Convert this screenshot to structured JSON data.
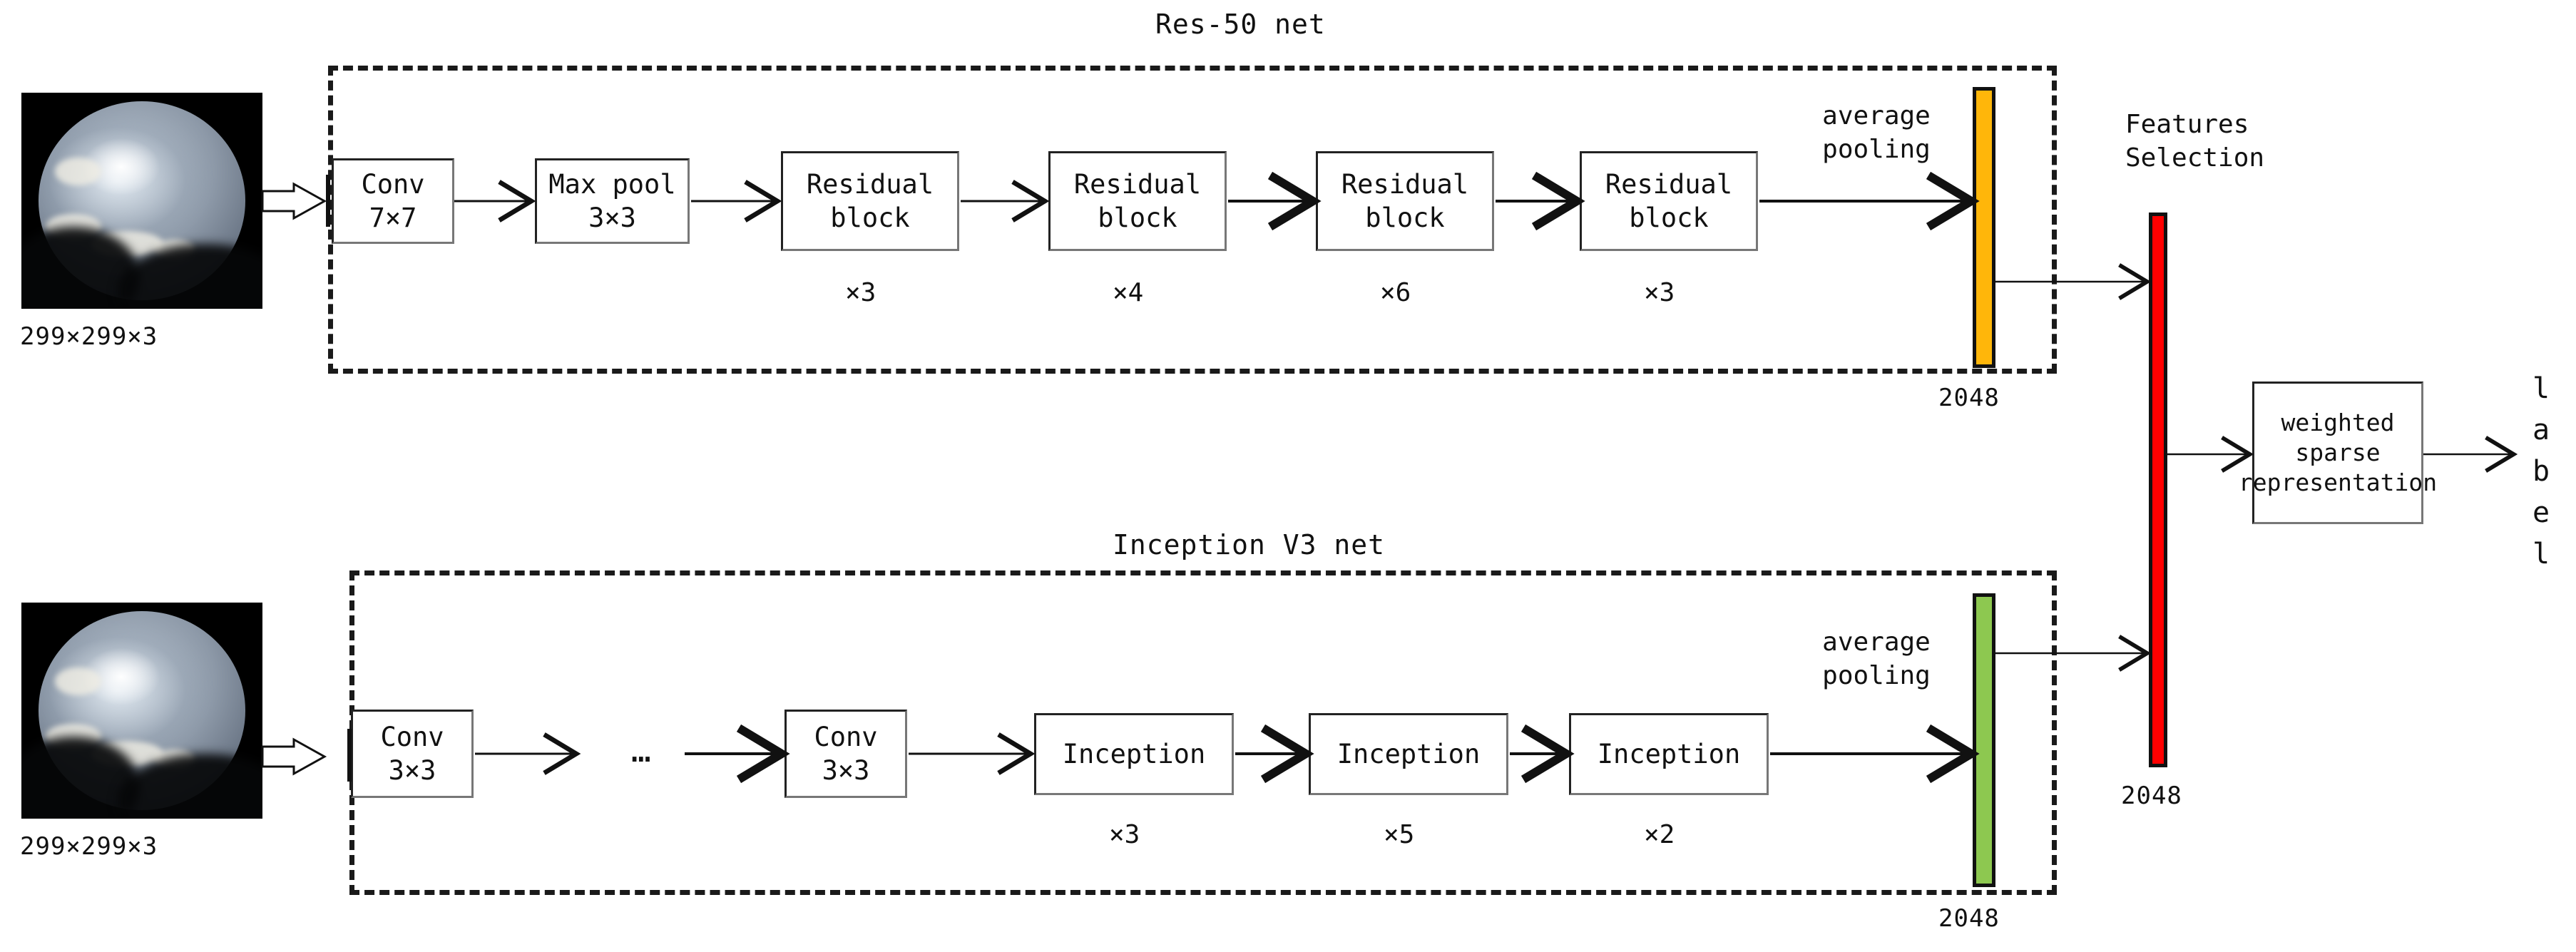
{
  "figure": {
    "type": "diagram",
    "description": "Two-branch CNN feature extraction pipeline with feature selection and weighted sparse representation classifier"
  },
  "branches": [
    {
      "title": "Res-50 net",
      "input": {
        "caption": "299×299×3",
        "image_name": "fisheye-sky-image"
      },
      "blocks": [
        {
          "line1": "Conv",
          "line2": "7×7",
          "multiplier": ""
        },
        {
          "line1": "Max pool",
          "line2": "3×3",
          "multiplier": ""
        },
        {
          "line1": "Residual",
          "line2": "block",
          "multiplier": "×3"
        },
        {
          "line1": "Residual",
          "line2": "block",
          "multiplier": "×4"
        },
        {
          "line1": "Residual",
          "line2": "block",
          "multiplier": "×6"
        },
        {
          "line1": "Residual",
          "line2": "block",
          "multiplier": "×3"
        }
      ],
      "pooling_label": {
        "line1": "average",
        "line2": "pooling"
      },
      "feature_bar": {
        "size_label": "2048",
        "color": "#FFB60A"
      }
    },
    {
      "title": "Inception V3 net",
      "input": {
        "caption": "299×299×3",
        "image_name": "fisheye-sky-image"
      },
      "blocks": [
        {
          "line1": "Conv",
          "line2": "3×3",
          "multiplier": ""
        },
        {
          "line1": "…",
          "line2": "",
          "multiplier": ""
        },
        {
          "line1": "Conv",
          "line2": "3×3",
          "multiplier": ""
        },
        {
          "line1": "Inception",
          "line2": "",
          "multiplier": "×3"
        },
        {
          "line1": "Inception",
          "line2": "",
          "multiplier": "×5"
        },
        {
          "line1": "Inception",
          "line2": "",
          "multiplier": "×2"
        }
      ],
      "pooling_label": {
        "line1": "average",
        "line2": "pooling"
      },
      "feature_bar": {
        "size_label": "2048",
        "color": "#8DC850"
      }
    }
  ],
  "feature_selection": {
    "title_line1": "Features",
    "title_line2": "Selection",
    "bar": {
      "size_label": "2048",
      "color": "#FF0000"
    }
  },
  "classifier": {
    "line1": "weighted",
    "line2": "sparse",
    "line3": "representation"
  },
  "output": {
    "label_vertical": "l\na\nb\ne\nl"
  },
  "colors": {
    "orange": "#FFB60A",
    "green": "#8DC850",
    "red": "#FF0000",
    "stroke": "#111111",
    "dash": "#1A1A1A"
  }
}
